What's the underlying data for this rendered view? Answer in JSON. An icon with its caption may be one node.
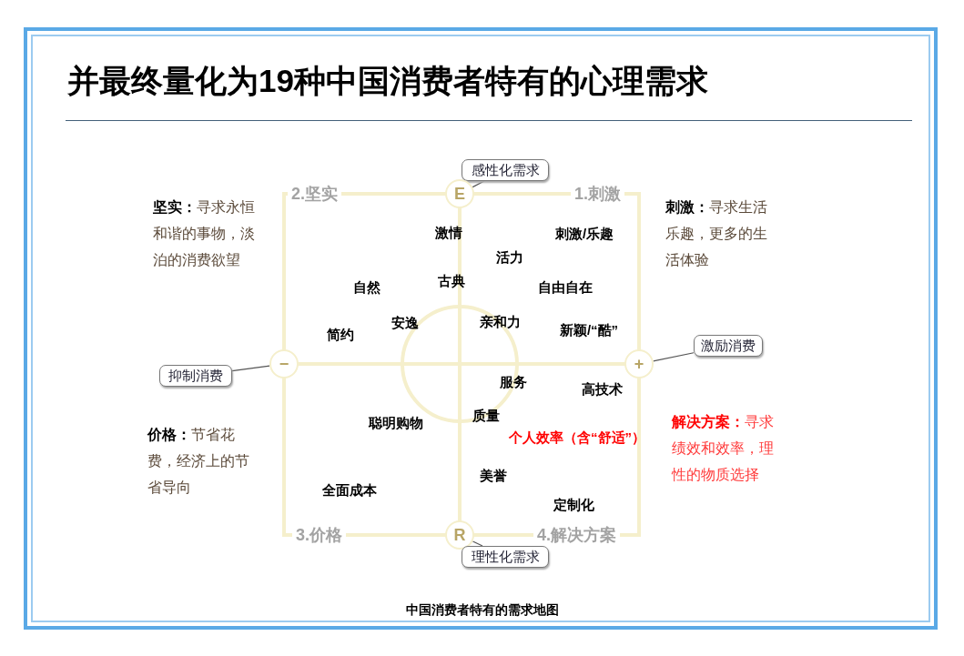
{
  "diagram": {
    "title": "并最终量化为19种中国消费者特有的心理需求",
    "caption": "中国消费者特有的需求地图",
    "nodes": [
      {
        "text": [
          "感性化需求"
        ]
      },
      {
        "text": [
          "E"
        ]
      },
      {
        "text": [
          "激励消费"
        ]
      },
      {
        "text": [
          "+"
        ]
      },
      {
        "text": [
          "抑制消费"
        ]
      },
      {
        "text": [
          "−"
        ]
      },
      {
        "text": [
          "R"
        ]
      },
      {
        "text": [
          "理性化需求"
        ]
      }
    ],
    "edges": [
      {
        "from": 0,
        "to": 1,
        "arrow": "none"
      },
      {
        "from": 2,
        "to": 3,
        "arrow": "none"
      },
      {
        "from": 4,
        "to": 5,
        "arrow": "none"
      },
      {
        "from": 7,
        "to": 6,
        "arrow": "none"
      }
    ],
    "labels": [
      "2.坚实",
      "1.刺激",
      "**坚实：**寻求永恒和谐的事物，淡泊的消费欲望",
      "激情",
      "刺激/乐趣",
      "**刺激：**寻求生活乐趣，更多的生活体验",
      "活力",
      "古典",
      "自然",
      "自由自在",
      "亲和力",
      "安逸",
      "新颖/“酷”",
      "简约",
      "服务",
      "高技术",
      "质量",
      "聪明购物",
      "**价格：**节省花费，经济上的节省导向",
      "**解决方案：**寻求绩效和效率，理性的物质选择",
      "个人效率（含“舒适”）",
      "美誉",
      "全面成本",
      "定制化",
      "3.价格",
      "4.解决方案"
    ]
  }
}
